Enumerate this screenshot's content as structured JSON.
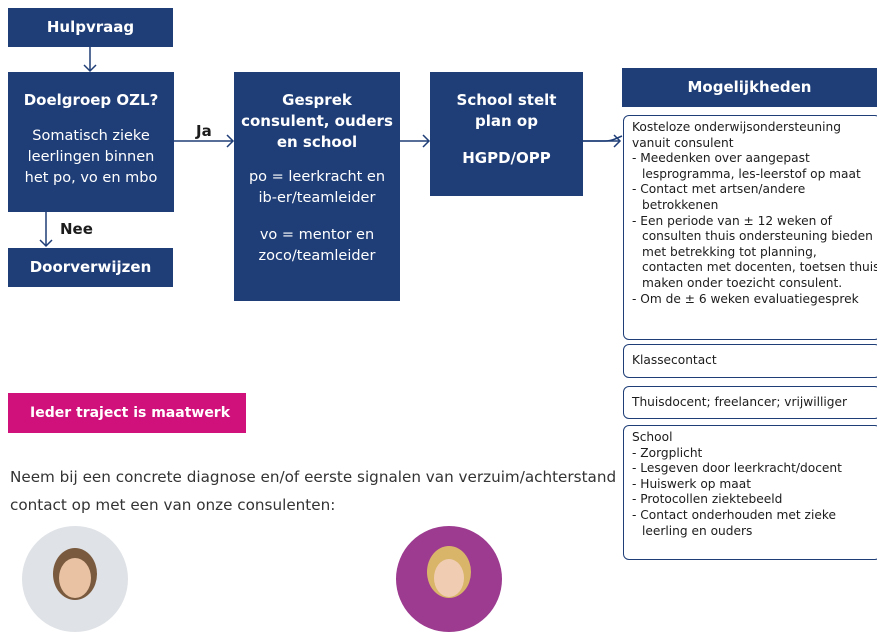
{
  "flow": {
    "hulpvraag": "Hulpvraag",
    "doelgroep": {
      "title": "Doelgroep OZL?",
      "body": "Somatisch zieke leerlingen binnen het po, vo en mbo"
    },
    "ja_label": "Ja",
    "nee_label": "Nee",
    "doorverwijzen": "Doorverwijzen",
    "gesprek": {
      "title": "Gesprek consulent, ouders en school",
      "po": "po = leerkracht en ib-er/teamleider",
      "vo": "vo = mentor en zoco/teamleider"
    },
    "plan": {
      "title": "School stelt plan op",
      "sub": "HGPD/OPP"
    }
  },
  "mogelijkheden": {
    "header": "Mogelijkheden",
    "option1": {
      "intro": "Kosteloze onderwijsondersteuning vanuit consulent",
      "items": [
        "Meedenken over aangepast lesprogramma, les-leerstof op maat",
        "Contact met artsen/andere betrokkenen",
        "Een periode van ± 12 weken of consulten thuis ondersteuning bieden met betrekking tot planning, contacten met docenten, toetsen thuis maken onder toezicht consulent.",
        "Om de ± 6 weken evaluatiegesprek"
      ]
    },
    "option2": "Klassecontact",
    "option3": "Thuisdocent; freelancer; vrijwilliger",
    "option4": {
      "intro": "School",
      "items": [
        "Zorgplicht",
        "Lesgeven door leerkracht/docent",
        "Huiswerk op maat",
        "Protocollen ziektebeeld",
        "Contact onderhouden met zieke leerling en ouders"
      ]
    }
  },
  "maatwerk": "Ieder traject is maatwerk",
  "contact_text": "Neem bij een concrete diagnose en/of eerste signalen van verzuim/achterstand contact op met een van onze consulenten:",
  "colors": {
    "navy": "#1f3e77",
    "pink": "#d1117b"
  }
}
